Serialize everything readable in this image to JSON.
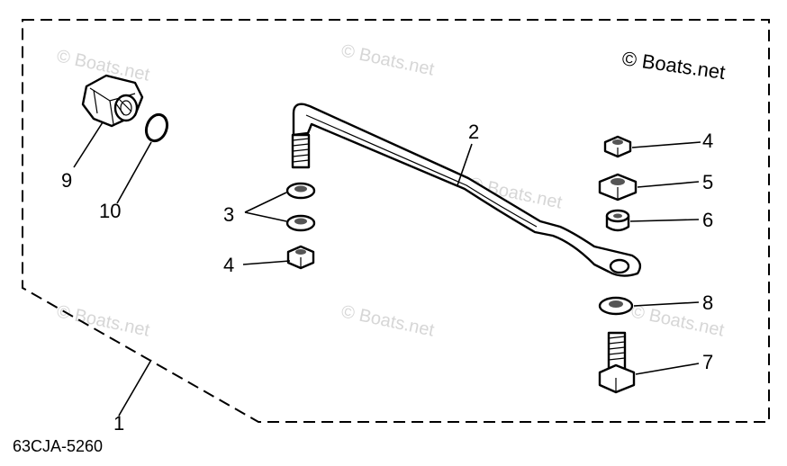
{
  "watermarks": [
    "© Boats.net",
    "© Boats.net",
    "© Boats.net",
    "© Boats.net",
    "© Boats.net",
    "© Boats.net"
  ],
  "copyright": "© Boats.net",
  "diagram_code": "63CJA-5260",
  "callouts": {
    "part_1": "1",
    "part_2": "2",
    "part_3": "3",
    "part_4_top": "4",
    "part_4_left": "4",
    "part_5": "5",
    "part_6": "6",
    "part_7": "7",
    "part_8": "8",
    "part_9": "9",
    "part_10": "10"
  }
}
